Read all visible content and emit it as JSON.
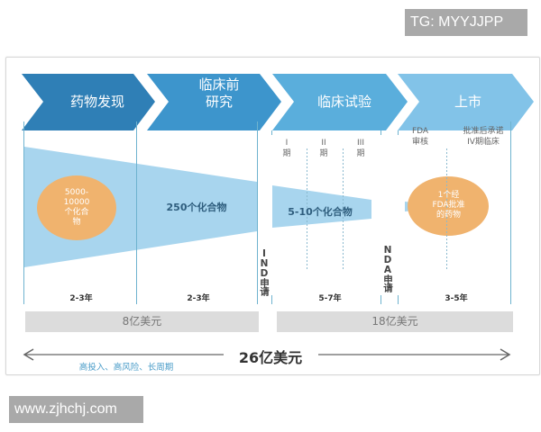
{
  "watermarks": {
    "top_right": "TG: MYYJJPP",
    "bottom_left": "www.zjhchj.com"
  },
  "stages": [
    {
      "label_lines": [
        "药物发现"
      ],
      "color": "#2f7fb6"
    },
    {
      "label_lines": [
        "临床前",
        "研究"
      ],
      "color": "#3d95cc"
    },
    {
      "label_lines": [
        "临床试验"
      ],
      "color": "#5aaedc"
    },
    {
      "label_lines": [
        "上市"
      ],
      "color": "#82c3e8"
    }
  ],
  "trial_phases": [
    {
      "roman": "I",
      "suffix": "期"
    },
    {
      "roman": "II",
      "suffix": "期"
    },
    {
      "roman": "III",
      "suffix": "期"
    }
  ],
  "market_phases": [
    {
      "line1": "FDA",
      "line2": "审核"
    },
    {
      "line1": "批准后承诺",
      "line2": "IV期临床"
    }
  ],
  "compounds": {
    "discovery": [
      "5000-",
      "10000",
      "个化合",
      "物"
    ],
    "preclinical": "250个化合物",
    "clinical": "5-10个化合物",
    "approved": [
      "1个经",
      "FDA批准",
      "的药物"
    ]
  },
  "milestones": {
    "ind": "IND申请",
    "nda": "NDA申请"
  },
  "durations": [
    "2-3年",
    "2-3年",
    "5-7年",
    "3-5年"
  ],
  "costs": {
    "early": "8亿美元",
    "late": "18亿美元",
    "total": "26亿美元"
  },
  "tagline": "高投入、高风险、长周期",
  "colors": {
    "funnel": "#a8d5ee",
    "circle": "#f0b36e",
    "divider": "#6fb3cf",
    "cost_bar": "#dcdcdc",
    "tagline": "#4a9cc8"
  }
}
